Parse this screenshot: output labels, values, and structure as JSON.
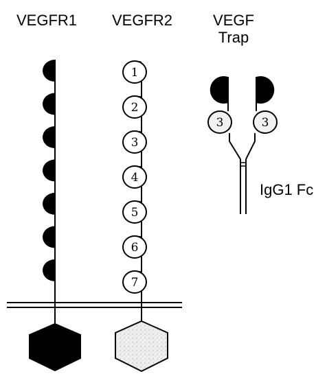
{
  "columns": {
    "vegfr1": {
      "label": "VEGFR1"
    },
    "vegfr2": {
      "label": "VEGFR2"
    },
    "trap": {
      "label_line1": "VEGF",
      "label_line2": "Trap"
    }
  },
  "vegfr2_domains": [
    "1",
    "2",
    "3",
    "4",
    "5",
    "6",
    "7"
  ],
  "trap_domains": [
    "3",
    "3"
  ],
  "fc_label": "IgG1 Fc",
  "colors": {
    "filled_domain": "#000000",
    "open_domain": "#ffffff",
    "speckled_kinase": "#e8e8e8",
    "line": "#000000"
  }
}
